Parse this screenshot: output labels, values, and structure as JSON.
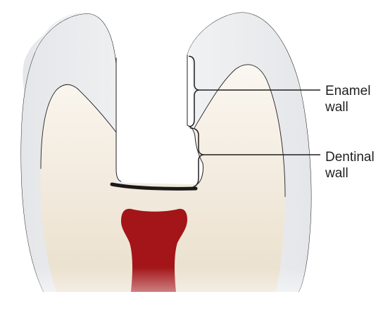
{
  "labels": {
    "enamel_wall": {
      "line1": "Enamel",
      "line2": "wall"
    },
    "dentinal_wall": {
      "line1": "Dentinal",
      "line2": "wall"
    }
  },
  "colors": {
    "enamel": "#e9eaec",
    "enamel_highlight": "#f7f7f8",
    "dentin_top": "#fbf7f1",
    "dentin_bottom": "#eadfcc",
    "pulp": "#a31518",
    "outline": "#231f20",
    "floor": "#1a1a1a"
  }
}
